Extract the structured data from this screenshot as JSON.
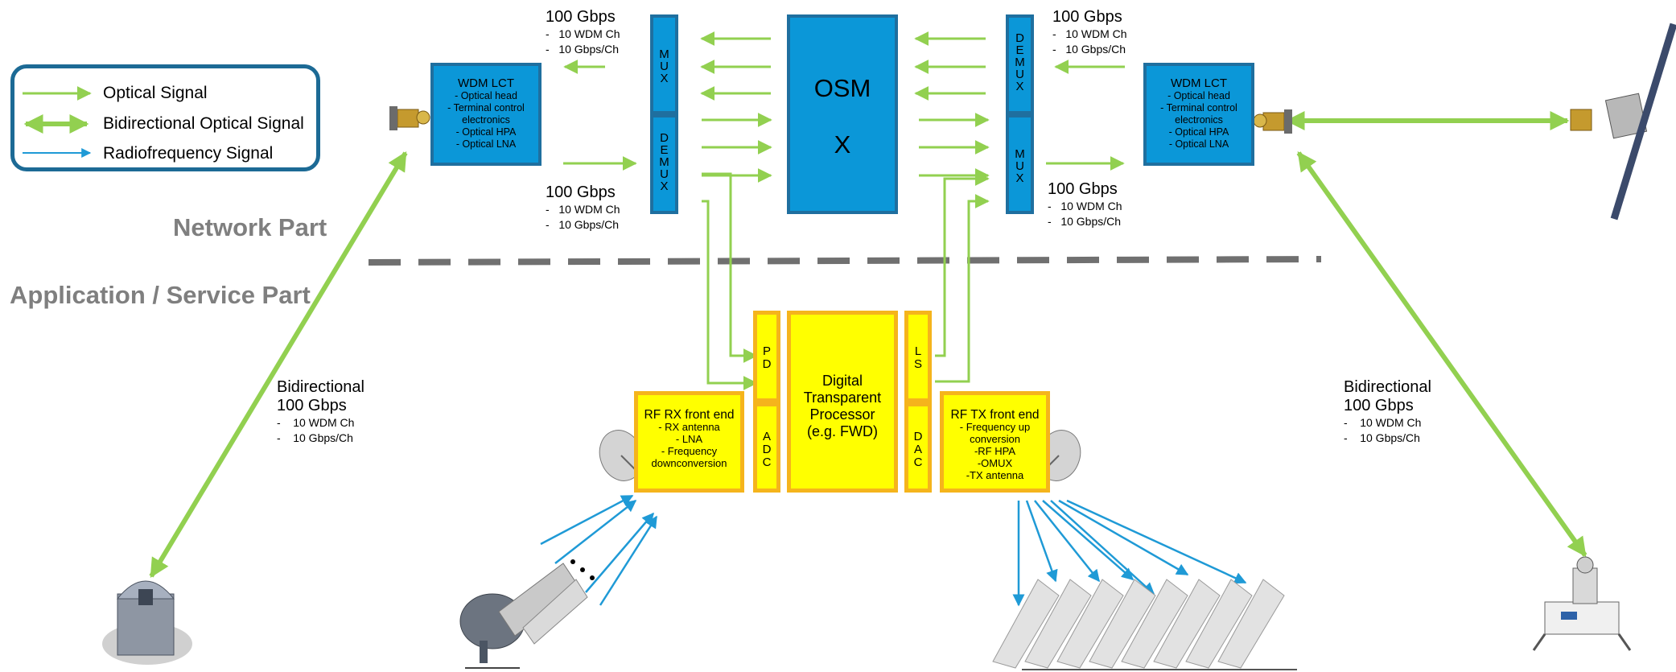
{
  "legend": {
    "items": [
      {
        "label": "Optical Signal",
        "icon": "green-arrow-icon"
      },
      {
        "label": "Bidirectional Optical Signal",
        "icon": "bidirectional-green-arrow-icon"
      },
      {
        "label": "Radiofrequency Signal",
        "icon": "blue-arrow-icon"
      }
    ]
  },
  "sections": {
    "network": "Network Part",
    "application": "Application / Service Part"
  },
  "left_lct": {
    "title": "WDM LCT",
    "lines": [
      "- Optical head",
      "- Terminal control",
      "electronics",
      "- Optical HPA",
      "- Optical LNA"
    ]
  },
  "right_lct": {
    "title": "WDM LCT",
    "lines": [
      "- Optical head",
      "- Terminal control",
      "electronics",
      "- Optical HPA",
      "- Optical LNA"
    ]
  },
  "left_mux": {
    "mux": "M\nU\nX",
    "demux": "D\nE\nM\nU\nX"
  },
  "right_mux": {
    "demux": "D\nE\nM\nU\nX",
    "mux": "M\nU\nX"
  },
  "osm": {
    "line1": "OSM",
    "line2": "X"
  },
  "gbps": {
    "top_left": {
      "title": "100 Gbps",
      "items": [
        "-   10 WDM Ch",
        "-   10 Gbps/Ch"
      ]
    },
    "mid_left": {
      "title": "100 Gbps",
      "items": [
        "-   10 WDM Ch",
        "-   10 Gbps/Ch"
      ]
    },
    "top_right": {
      "title": "100 Gbps",
      "items": [
        "-   10 WDM Ch",
        "-   10 Gbps/Ch"
      ]
    },
    "mid_right": {
      "title": "100 Gbps",
      "items": [
        "-   10 WDM Ch",
        "-   10 Gbps/Ch"
      ]
    }
  },
  "bidir_left": {
    "line1": "Bidirectional",
    "line2": "100 Gbps",
    "items": [
      "-    10 WDM Ch",
      "-    10 Gbps/Ch"
    ]
  },
  "bidir_right": {
    "line1": "Bidirectional",
    "line2": "100 Gbps",
    "items": [
      "-    10 WDM Ch",
      "-    10 Gbps/Ch"
    ]
  },
  "processor": {
    "pd": "P\nD",
    "adc": "A\nD\nC",
    "ls": "L\nS",
    "dac": "D\nA\nC",
    "dtp": [
      "Digital",
      "Transparent",
      "Processor",
      "(e.g. FWD)"
    ]
  },
  "rx_front": {
    "title": "RF RX front end",
    "lines": [
      "- RX antenna",
      "- LNA",
      "- Frequency",
      "downconversion"
    ]
  },
  "tx_front": {
    "title": "RF TX front end",
    "lines": [
      "-  Frequency up",
      "conversion",
      "-RF HPA",
      "-OMUX",
      "-TX antenna"
    ]
  },
  "colors": {
    "optical": "#92d050",
    "rf": "#1f9ad6",
    "blue_box": "#0b97d8",
    "blue_border": "#1f6f9f",
    "yellow": "#ffff00",
    "orange_border": "#f5b41c",
    "legend_border": "#1c6a95",
    "section_gray": "#7f7f7f",
    "dash": "#707070"
  }
}
